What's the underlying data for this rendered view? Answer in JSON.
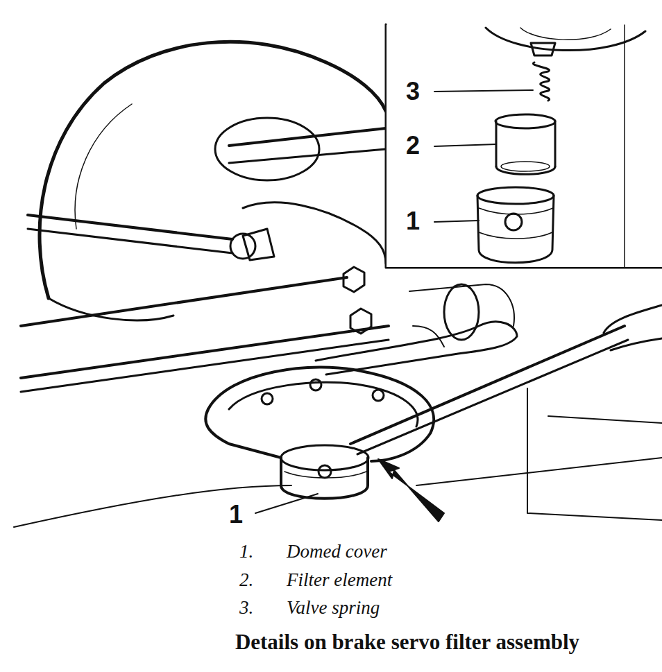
{
  "diagram": {
    "caption": "Details on brake servo filter assembly",
    "labels": [
      "3",
      "2",
      "1",
      "1",
      "1.",
      "Domed cover",
      "2.",
      "Filter element",
      "3.",
      "Valve spring"
    ]
  }
}
